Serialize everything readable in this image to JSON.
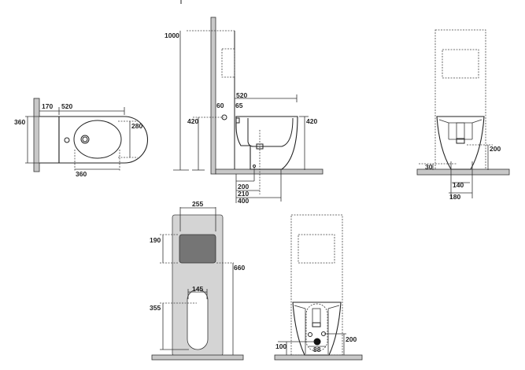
{
  "plan_view": {
    "wall_offset": "170",
    "length": "520",
    "width": "360",
    "bowl_width": "280",
    "bowl_length": "360"
  },
  "side_view": {
    "height": "1000",
    "inlet_height": "420",
    "inlet_offset": "60",
    "panel_offset": "65",
    "length": "520",
    "rim_height": "420",
    "drain_200": "200",
    "drain_210": "210",
    "drain_400": "400"
  },
  "front_view": {
    "height_200": "200",
    "height_30": "30",
    "width_140": "140",
    "width_180": "180"
  },
  "panel_view": {
    "plate_width": "255",
    "plate_height": "190",
    "plate_level": "660",
    "opening_width": "145",
    "opening_height": "355"
  },
  "rear_view": {
    "height_100": "100",
    "height_200": "200",
    "spacing": "88"
  }
}
